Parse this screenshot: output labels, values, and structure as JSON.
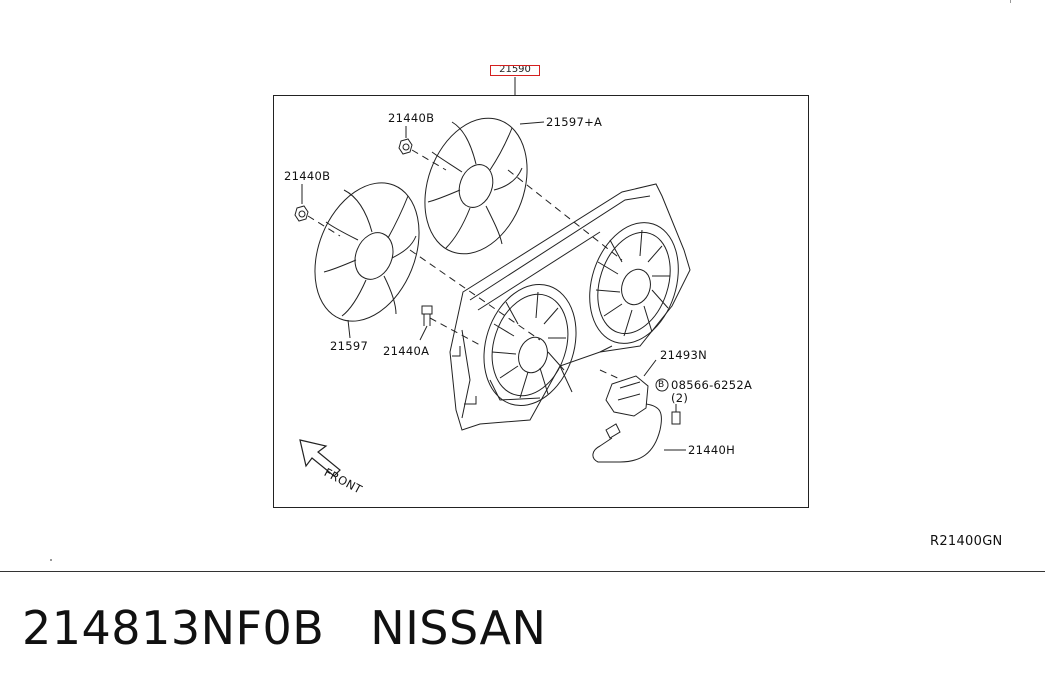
{
  "diagram": {
    "assembly_label": "21590",
    "callouts": {
      "c_21440b_top": "21440B",
      "c_21597a": "21597+A",
      "c_21440b_left": "21440B",
      "c_21597": "21597",
      "c_21440a": "21440A",
      "c_21493n": "21493N",
      "c_bolt_marker": "B",
      "c_08566": "08566-6252A",
      "c_qty": "(2)",
      "c_21440h": "21440H",
      "c_front": "FRONT"
    },
    "reference_code": "R21400GN"
  },
  "footer": {
    "part_number": "214813NF0B",
    "brand": "NISSAN"
  }
}
